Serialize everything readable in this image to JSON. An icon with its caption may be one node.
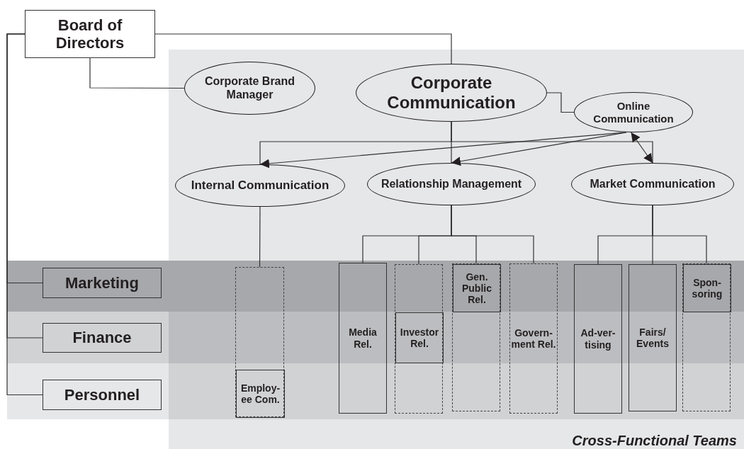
{
  "diagram": {
    "nodes": [
      {
        "text": [
          "Board of Directors"
        ]
      },
      {
        "text": [
          "Cross-Functional Teams"
        ]
      },
      {
        "text": [
          "Corporate Brand Manager"
        ],
        "in": 1
      },
      {
        "text": [
          "Corporate Communication"
        ],
        "in": 1
      },
      {
        "text": [
          "Online Communication"
        ],
        "in": 1
      },
      {
        "text": [
          "Internal Communication"
        ],
        "in": 1
      },
      {
        "text": [
          "Relationship Management"
        ],
        "in": 1
      },
      {
        "text": [
          "Market Communication"
        ],
        "in": 1
      },
      {
        "text": [
          "Marketing"
        ]
      },
      {
        "text": [
          "Finance"
        ]
      },
      {
        "text": [
          "Personnel"
        ]
      },
      {
        "text": [],
        "shape": "box",
        "in": 1
      },
      {
        "text": [
          "Employ-ee Com."
        ],
        "in": 11
      },
      {
        "text": [
          "Media Rel."
        ],
        "in": 1
      },
      {
        "text": [],
        "shape": "box",
        "in": 1
      },
      {
        "text": [
          "Investor Rel."
        ],
        "in": 14
      },
      {
        "text": [],
        "shape": "box",
        "in": 1
      },
      {
        "text": [
          "Gen. Public Rel."
        ],
        "in": 16
      },
      {
        "text": [
          "Govern-ment Rel."
        ],
        "in": 1
      },
      {
        "text": [
          "Ad-ver-tising"
        ],
        "in": 1
      },
      {
        "text": [
          "Fairs/ Events"
        ],
        "in": 1
      },
      {
        "text": [],
        "shape": "box",
        "in": 1
      },
      {
        "text": [
          "Spon-soring"
        ],
        "in": 21
      }
    ],
    "edges": [
      {
        "from": 0,
        "to": 3,
        "arrow": "none"
      },
      {
        "from": 0,
        "to": 2,
        "arrow": "none"
      },
      {
        "from": 0,
        "to": 8,
        "arrow": "none"
      },
      {
        "from": 0,
        "to": 9,
        "arrow": "none"
      },
      {
        "from": 0,
        "to": 10,
        "arrow": "none"
      },
      {
        "from": 3,
        "to": 4,
        "arrow": "none"
      },
      {
        "from": 3,
        "to": 5,
        "arrow": "none"
      },
      {
        "from": 3,
        "to": 6,
        "arrow": "none"
      },
      {
        "from": 3,
        "to": 7,
        "arrow": "none"
      },
      {
        "from": 4,
        "to": 5,
        "arrow": "to"
      },
      {
        "from": 4,
        "to": 6,
        "arrow": "to"
      },
      {
        "from": 4,
        "to": 7,
        "arrow": "both"
      },
      {
        "from": 5,
        "to": 11,
        "arrow": "none"
      },
      {
        "from": 6,
        "to": 13,
        "arrow": "none"
      },
      {
        "from": 6,
        "to": 14,
        "arrow": "none"
      },
      {
        "from": 6,
        "to": 16,
        "arrow": "none"
      },
      {
        "from": 6,
        "to": 18,
        "arrow": "none"
      },
      {
        "from": 7,
        "to": 19,
        "arrow": "none"
      },
      {
        "from": 7,
        "to": 20,
        "arrow": "none"
      },
      {
        "from": 7,
        "to": 21,
        "arrow": "none"
      }
    ]
  }
}
